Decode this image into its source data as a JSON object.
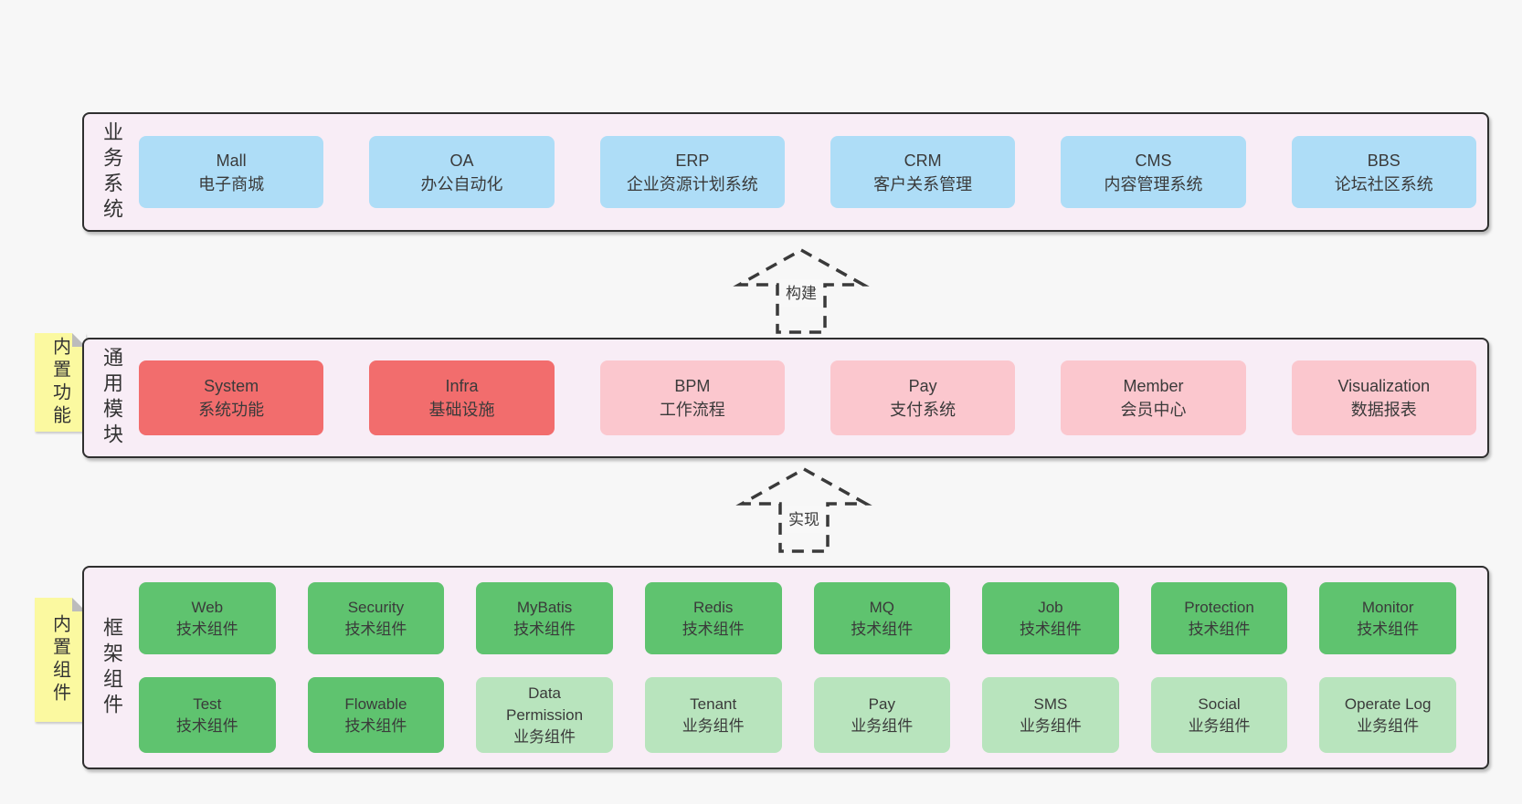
{
  "colors": {
    "page_background": "#f7f7f7",
    "container_background": "#f8edf6",
    "container_border": "#2f2f2f",
    "box_blue": "#aeddf7",
    "box_red": "#f26d6d",
    "box_pink": "#fbc7ce",
    "box_green": "#5fc36f",
    "box_green_light": "#b8e4bd",
    "note_yellow": "#fbf9a0",
    "text": "#3a3a3a"
  },
  "layers": {
    "business": {
      "label": "业务系统",
      "boxes": [
        {
          "name": "Mall",
          "desc": "电子商城"
        },
        {
          "name": "OA",
          "desc": "办公自动化"
        },
        {
          "name": "ERP",
          "desc": "企业资源计划系统"
        },
        {
          "name": "CRM",
          "desc": "客户关系管理"
        },
        {
          "name": "CMS",
          "desc": "内容管理系统"
        },
        {
          "name": "BBS",
          "desc": "论坛社区系统"
        }
      ]
    },
    "modules": {
      "label": "通用模块",
      "note": "内置功能",
      "boxes": [
        {
          "name": "System",
          "desc": "系统功能"
        },
        {
          "name": "Infra",
          "desc": "基础设施"
        },
        {
          "name": "BPM",
          "desc": "工作流程"
        },
        {
          "name": "Pay",
          "desc": "支付系统"
        },
        {
          "name": "Member",
          "desc": "会员中心"
        },
        {
          "name": "Visualization",
          "desc": "数据报表"
        }
      ]
    },
    "components": {
      "label": "框架组件",
      "note": "内置组件",
      "row1": [
        {
          "name": "Web",
          "desc": "技术组件"
        },
        {
          "name": "Security",
          "desc": "技术组件"
        },
        {
          "name": "MyBatis",
          "desc": "技术组件"
        },
        {
          "name": "Redis",
          "desc": "技术组件"
        },
        {
          "name": "MQ",
          "desc": "技术组件"
        },
        {
          "name": "Job",
          "desc": "技术组件"
        },
        {
          "name": "Protection",
          "desc": "技术组件"
        },
        {
          "name": "Monitor",
          "desc": "技术组件"
        }
      ],
      "row2": [
        {
          "name": "Test",
          "desc": "技术组件"
        },
        {
          "name": "Flowable",
          "desc": "技术组件"
        },
        {
          "name": "Data Permission",
          "desc": "业务组件"
        },
        {
          "name": "Tenant",
          "desc": "业务组件"
        },
        {
          "name": "Pay",
          "desc": "业务组件"
        },
        {
          "name": "SMS",
          "desc": "业务组件"
        },
        {
          "name": "Social",
          "desc": "业务组件"
        },
        {
          "name": "Operate Log",
          "desc": "业务组件"
        }
      ]
    }
  },
  "arrows": {
    "build": "构建",
    "implement": "实现"
  }
}
